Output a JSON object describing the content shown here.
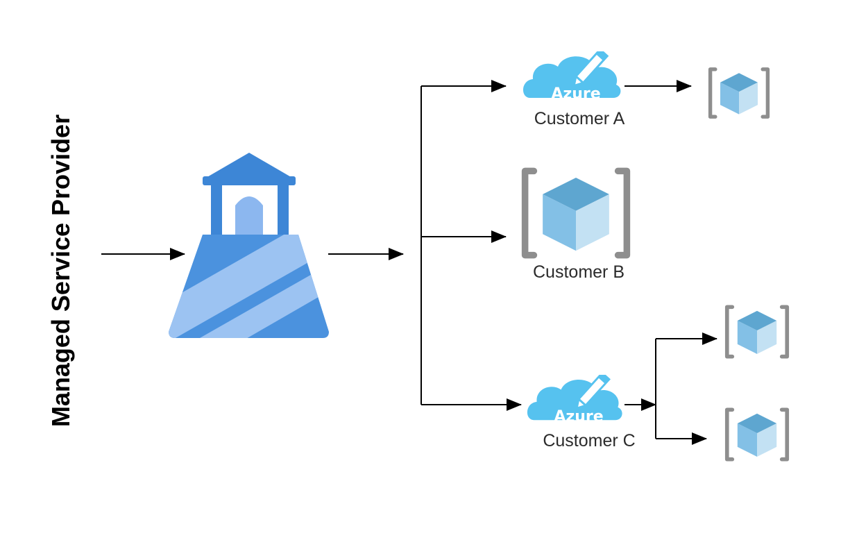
{
  "provider": {
    "label": "Managed Service Provider"
  },
  "customers": [
    {
      "id": "a",
      "label": "Customer A",
      "cloud_text": "Azure"
    },
    {
      "id": "b",
      "label": "Customer B"
    },
    {
      "id": "c",
      "label": "Customer C",
      "cloud_text": "Azure"
    }
  ],
  "colors": {
    "arrow": "#000000",
    "lighthouse_dark": "#3d86d6",
    "lighthouse_light": "#9cc3f2",
    "cloud": "#56c2ef",
    "cube_top": "#5ea6d0",
    "cube_left": "#83c0e6",
    "cube_right": "#c3e1f3",
    "bracket": "#8e8e8e"
  }
}
